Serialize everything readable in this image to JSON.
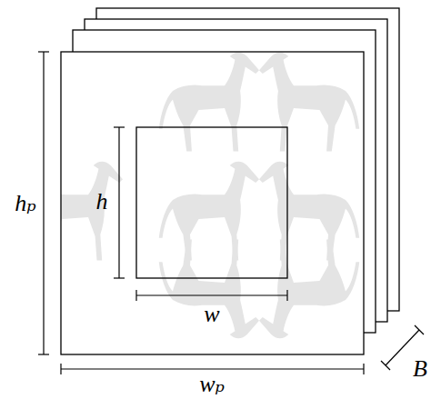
{
  "diagram": {
    "labels": [
      "hₚ",
      "h",
      "w",
      "wₚ",
      "B"
    ]
  }
}
